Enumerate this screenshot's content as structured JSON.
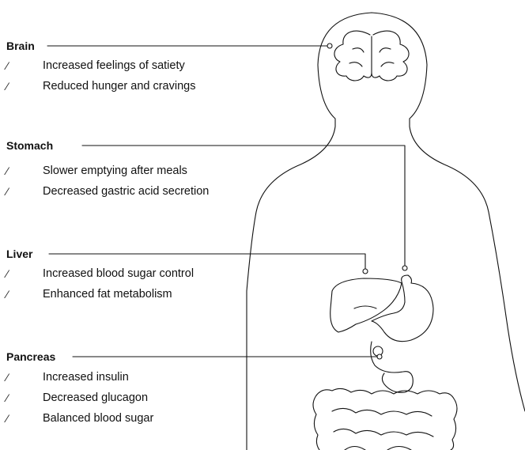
{
  "organs": [
    {
      "id": "brain",
      "title": "Brain",
      "effects": [
        "Increased feelings of satiety",
        "Reduced hunger and cravings"
      ]
    },
    {
      "id": "stomach",
      "title": "Stomach",
      "effects": [
        "Slower emptying after meals",
        "Decreased gastric acid secretion"
      ]
    },
    {
      "id": "liver",
      "title": "Liver",
      "effects": [
        "Increased blood sugar control",
        "Enhanced fat metabolism"
      ]
    },
    {
      "id": "pancreas",
      "title": "Pancreas",
      "effects": [
        "Increased insulin",
        "Decreased glucagon",
        "Balanced blood sugar"
      ]
    }
  ],
  "bullet_marker": "⁄",
  "colors": {
    "line": "#111111",
    "background": "#ffffff"
  }
}
